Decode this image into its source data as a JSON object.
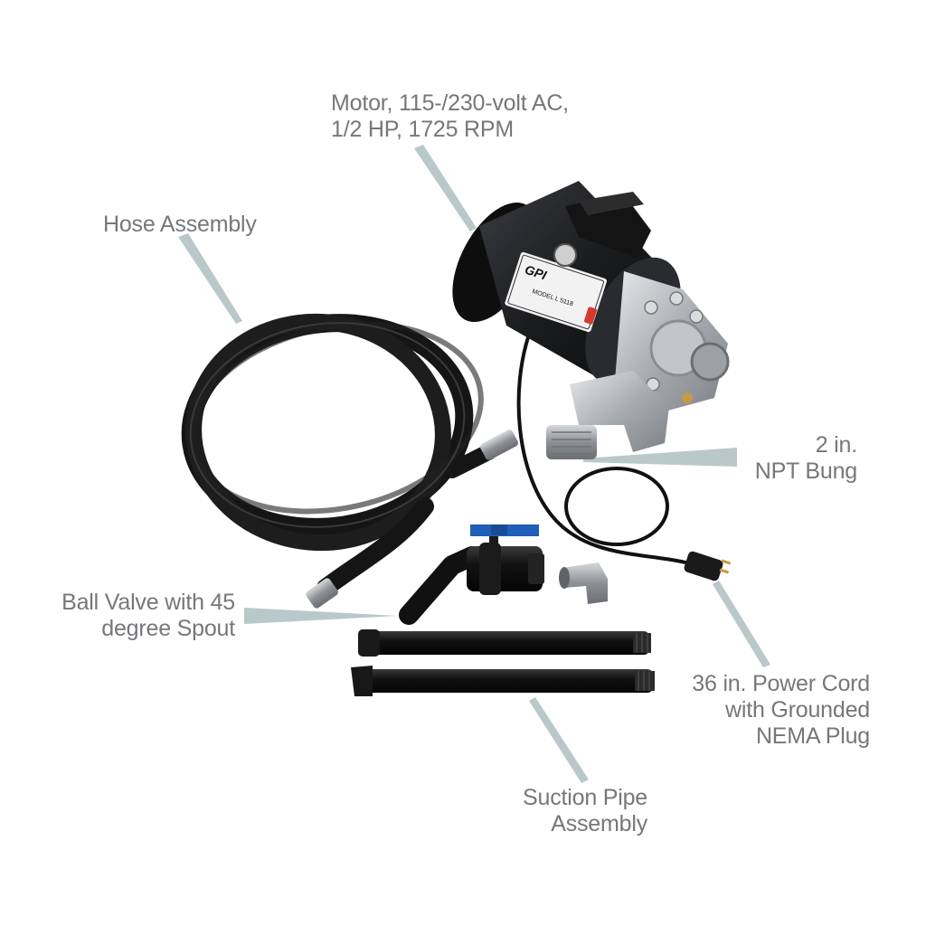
{
  "labels": {
    "motor": {
      "line1": "Motor, 115-/230-volt AC,",
      "line2": "1/2 HP, 1725 RPM"
    },
    "hose": {
      "line1": "Hose Assembly"
    },
    "bung": {
      "line1": "2 in.",
      "line2": "NPT Bung"
    },
    "valve": {
      "line1": "Ball Valve with 45",
      "line2": "degree Spout"
    },
    "cord": {
      "line1": "36 in. Power Cord",
      "line2": "with Grounded",
      "line3": "NEMA Plug"
    },
    "pipe": {
      "line1": "Suction Pipe",
      "line2": "Assembly"
    }
  },
  "motor_plate": {
    "brand": "GPI",
    "model": "MODEL L 5118"
  },
  "colors": {
    "label_text": "#75777a",
    "leader": "#b9c8c8",
    "motor_body": "#1b1c1e",
    "pump_metal": "#b7babd",
    "hose": "#151515",
    "valve_handle": "#1f5fb8"
  }
}
